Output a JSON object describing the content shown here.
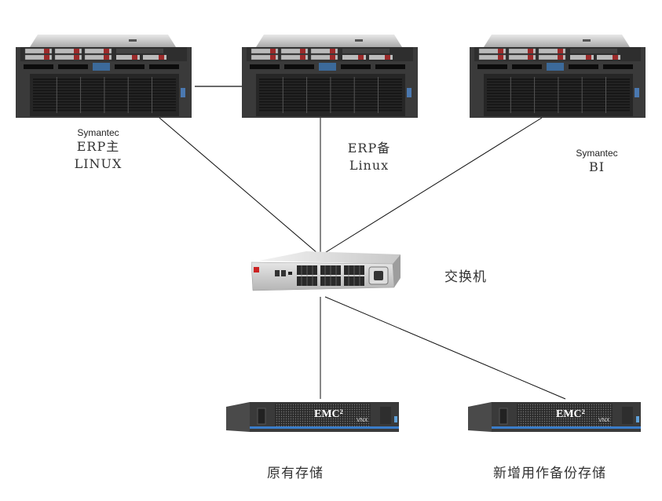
{
  "servers": [
    {
      "id": "erp-primary",
      "brand": "Symantec",
      "line1": "ERP主",
      "line2": "LINUX"
    },
    {
      "id": "erp-backup",
      "brand": "",
      "line1": "ERP备",
      "line2": "Linux"
    },
    {
      "id": "bi",
      "brand": "Symantec",
      "line1": "BI",
      "line2": ""
    }
  ],
  "switch": {
    "label": "交换机"
  },
  "storage": [
    {
      "id": "existing-storage",
      "label": "原有存储",
      "logo": "EMC²",
      "model": "VNX"
    },
    {
      "id": "backup-storage",
      "label": "新增用作备份存储",
      "logo": "EMC²",
      "model": "VNX"
    }
  ],
  "colors": {
    "line": "#111111",
    "storage_accent": "#3a7dc9",
    "drive_red": "#9b2a2a"
  }
}
